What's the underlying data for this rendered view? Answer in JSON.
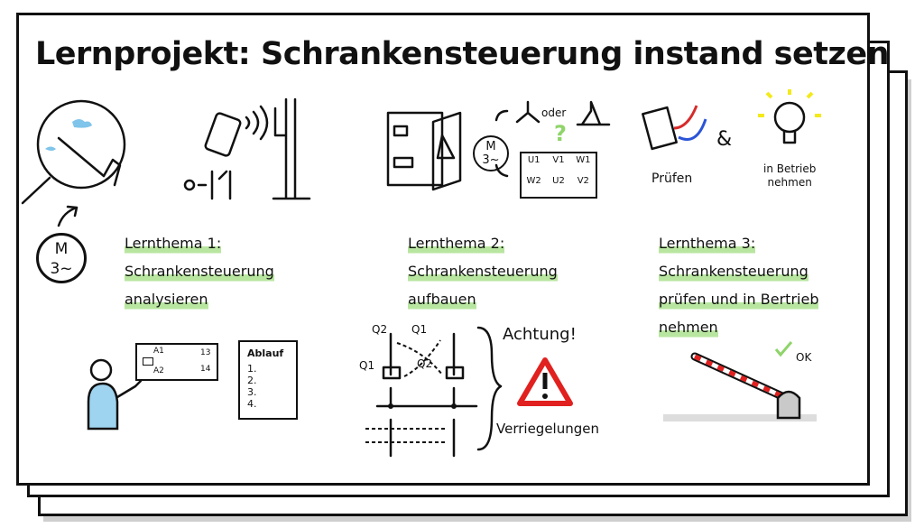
{
  "title": "Lernprojekt: Schrankensteuerung instand setzen",
  "motor": {
    "line1": "M",
    "line2": "3~"
  },
  "topics": [
    {
      "heading": "Lernthema 1:",
      "line1": "Schrankensteuerung",
      "line2": "analysieren"
    },
    {
      "heading": "Lernthema 2:",
      "line1": "Schrankensteuerung",
      "line2": "aufbauen"
    },
    {
      "heading": "Lernthema 3:",
      "line1": "Schrankensteuerung",
      "line2": "prüfen und in Bertrieb",
      "line3": "nehmen"
    }
  ],
  "connection": {
    "or_label": "oder",
    "question": "?",
    "terminals_top": [
      "U1",
      "V1",
      "W1"
    ],
    "terminals_bottom": [
      "W2",
      "U2",
      "V2"
    ]
  },
  "test": {
    "check_label": "Prüfen",
    "amp": "&",
    "commission_line1": "in Betrieb",
    "commission_line2": "nehmen"
  },
  "teacher_board": {
    "a1": "A1",
    "a2": "A2",
    "n13": "13",
    "n14": "14"
  },
  "procedure": {
    "title": "Ablauf",
    "steps": [
      "1.",
      "2.",
      "3.",
      "4."
    ]
  },
  "interlock": {
    "q2_top": "Q2",
    "q1_top": "Q1",
    "q1_coil": "Q1",
    "q2_coil": "Q2",
    "warning": "Achtung!",
    "label": "Verriegelungen"
  },
  "barrier": {
    "ok": "OK"
  },
  "colors": {
    "green": "#8fd46a",
    "highlight": "#b8e6a0",
    "warning_red": "#e0211f",
    "yellow": "#f3ea1a",
    "blue": "#9fd4f0",
    "cabinet": "#b9b8a4"
  }
}
